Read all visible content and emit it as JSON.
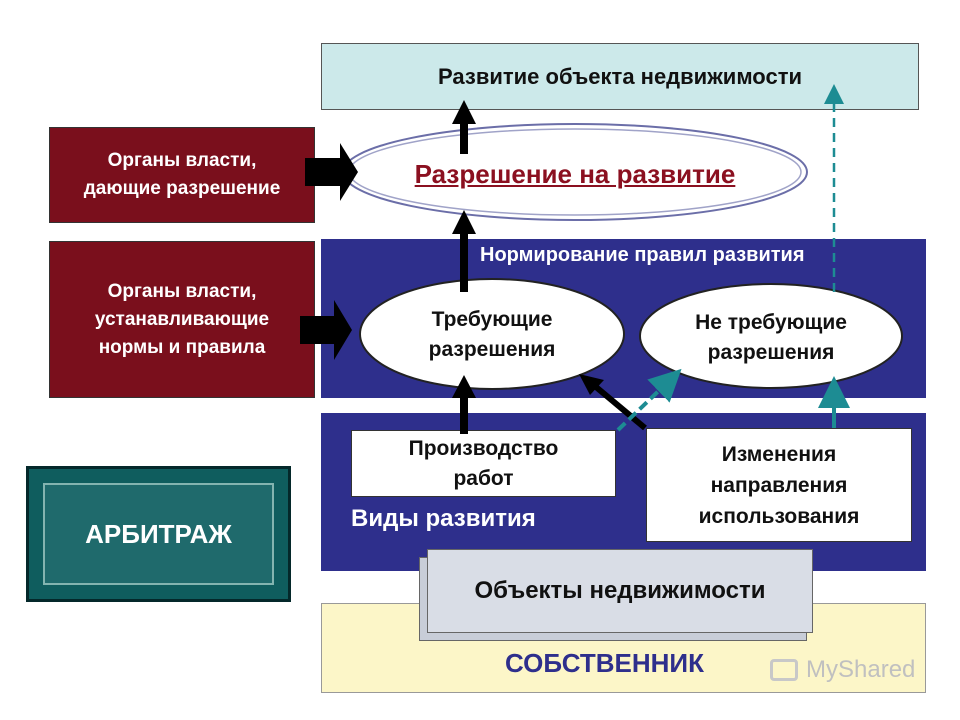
{
  "diagram": {
    "development_of_object": "Развитие объекта недвижимости",
    "authorities_grant": {
      "line1": "Органы власти,",
      "line2": "дающие разрешение"
    },
    "permission": "Разрешение на развитие",
    "authorities_norms": {
      "line1": "Органы власти,",
      "line2": "устанавливающие",
      "line3": "нормы и правила"
    },
    "norm_rules_title": "Нормирование правил развития",
    "requiring": {
      "line1": "Требующие",
      "line2": "разрешения"
    },
    "not_requiring": {
      "line1": "Не требующие",
      "line2": "разрешения"
    },
    "works_production": {
      "line1": "Производство",
      "line2": "работ"
    },
    "change_of_use": {
      "line1": "Изменения",
      "line2": "направления",
      "line3": "использования"
    },
    "development_types": "Виды развития",
    "real_estate_objects": "Объекты недвижимости",
    "arbitration": "АРБИТРАЖ",
    "owner": "СОБСТВЕННИК",
    "watermark": "MyShared"
  },
  "colors": {
    "dark_red": "#7a0f1c",
    "navy": "#2e2f8c",
    "teal": "#1f6a6c",
    "light_cyan": "#cce9ea",
    "cream": "#fcf6c8",
    "dashed_arrow": "#1d8c93"
  }
}
